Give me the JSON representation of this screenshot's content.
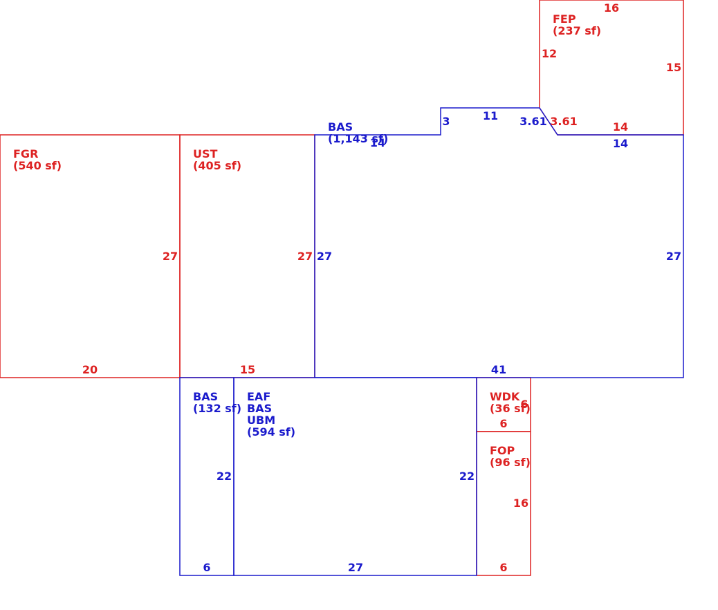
{
  "colors": {
    "red": "#dd2222",
    "blue": "#1a1acc"
  },
  "areas": [
    {
      "id": "fgr",
      "color": "red",
      "lines": [
        "FGR",
        "(540 sf)"
      ],
      "dims": {
        "right": "27",
        "bottom": "20"
      }
    },
    {
      "id": "ust",
      "color": "red",
      "lines": [
        "UST",
        "(405 sf)"
      ],
      "dims": {
        "right": "27",
        "bottom": "15"
      }
    },
    {
      "id": "bas-main",
      "color": "blue",
      "lines": [
        "BAS",
        "(1,143 sf)"
      ],
      "dims": {
        "top-left": "14",
        "step": "3",
        "top-mid": "11",
        "angle": "3.61",
        "top-right": "14",
        "left": "27",
        "right": "27",
        "bottom": "41"
      }
    },
    {
      "id": "fep",
      "color": "red",
      "lines": [
        "FEP",
        "(237 sf)"
      ],
      "dims": {
        "top": "16",
        "left": "12",
        "right": "15",
        "angle": "3.61",
        "bottom": "14"
      }
    },
    {
      "id": "bas-small",
      "color": "blue",
      "lines": [
        "BAS",
        "(132 sf)"
      ],
      "dims": {
        "right": "22",
        "bottom": "6"
      }
    },
    {
      "id": "eaf-bas-ubm",
      "color": "blue",
      "lines": [
        "EAF",
        "BAS",
        "UBM",
        "(594 sf)"
      ],
      "dims": {
        "right": "22",
        "bottom": "27"
      }
    },
    {
      "id": "wdk",
      "color": "red",
      "lines": [
        "WDK",
        "(36 sf)"
      ],
      "dims": {
        "right": "6",
        "bottom": "6"
      }
    },
    {
      "id": "fop",
      "color": "red",
      "lines": [
        "FOP",
        "(96 sf)"
      ],
      "dims": {
        "right": "16",
        "bottom": "6"
      }
    }
  ]
}
